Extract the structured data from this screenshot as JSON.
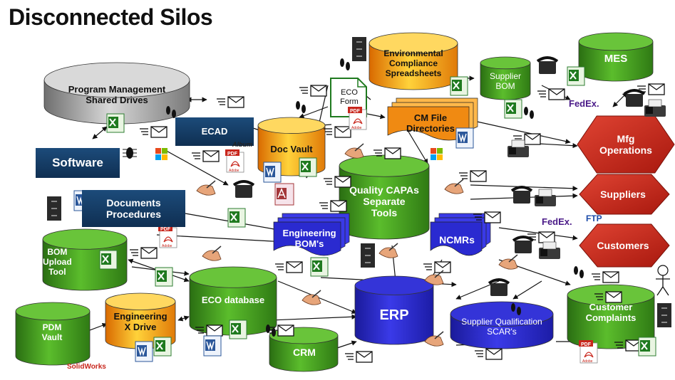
{
  "title": "Disconnected Silos",
  "colors": {
    "grey": "#9a9a9a",
    "green": "#3f9a1e",
    "orange": "#f08a12",
    "blue": "#2a2ad0",
    "navy": "#123a63",
    "red": "#c8261c"
  },
  "nodes": {
    "program_management": "Program Management\nShared Drives",
    "software": "Software",
    "ecad": "ECAD",
    "doc_vault": "Doc Vault",
    "documents_procedures": "Documents\nProcedures",
    "bom_upload_tool": "BOM\nUpload\nTool",
    "pdm_vault": "PDM\nVault",
    "engineering_x_drive": "Engineering\nX Drive",
    "eco_database": "ECO database",
    "crm": "CRM",
    "erp": "ERP",
    "environmental_compliance": "Environmental\nCompliance\nSpreadsheets",
    "eco_form": "ECO\nForm",
    "cm_file_directories": "CM File\nDirectories",
    "quality_capas": "Quality CAPAs\nSeparate\nTools",
    "engineering_boms": "Engineering\nBOM's",
    "ncmrs": "NCMRs",
    "supplier_bom": "Supplier\nBOM",
    "supplier_qualification": "Supplier Qualification\nSCAR's",
    "mes": "MES",
    "mfg_operations": "Mfg\nOperations",
    "suppliers": "Suppliers",
    "customers": "Customers",
    "customer_complaints": "Customer\nComplaints"
  },
  "logos": {
    "fedex": "FedEx.",
    "ftp": "FTP",
    "solidworks": "SolidWorks",
    "album": "Album",
    "pdf": "PDF",
    "adobe": "Adobe"
  },
  "icons": {
    "email": "email-icon",
    "excel": "excel-icon",
    "word": "word-icon",
    "pdf": "pdf-icon",
    "fax": "fax-machine-icon",
    "phone": "phone-icon",
    "footprints": "footprints-icon",
    "hand_writing": "handwriting-icon",
    "file_cabinet": "file-cabinet-icon",
    "windows": "windows-logo-icon",
    "access": "access-icon",
    "bug": "bug-icon",
    "stick_figure": "stick-figure-icon"
  }
}
